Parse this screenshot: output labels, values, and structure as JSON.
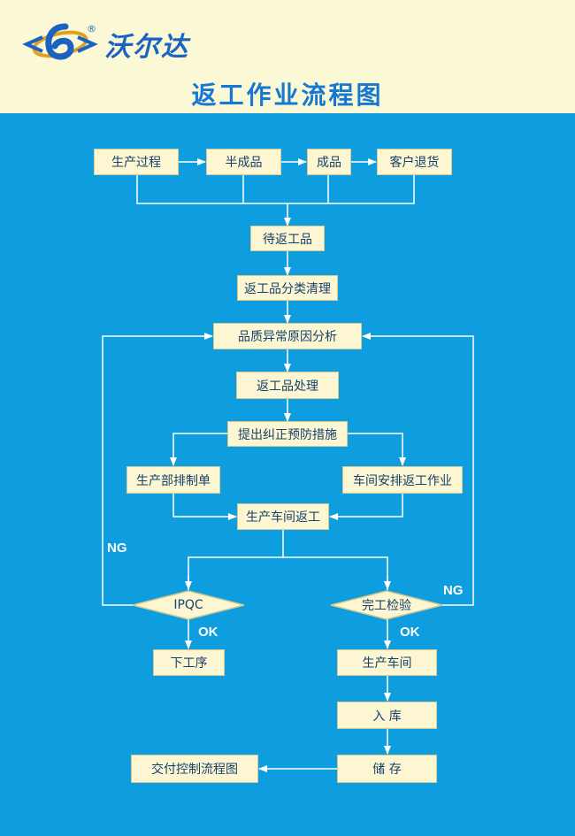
{
  "header": {
    "brand_name": "沃尔达",
    "title": "返工作业流程图",
    "logo_icon": "wode-logo-icon",
    "registered_mark": "®"
  },
  "colors": {
    "background": "#0e9ee0",
    "header_background": "#fbf8d6",
    "node_fill": "#fcf6d2",
    "node_border": "#d8c98c",
    "connector": "#ffffff",
    "title": "#1678d2",
    "brand": "#1a63c2"
  },
  "nodes": {
    "production_process": "生产过程",
    "semi_finished": "半成品",
    "finished_product": "成品",
    "customer_return": "客户退货",
    "pending_rework": "待返工品",
    "rework_sorting": "返工品分类清理",
    "quality_analysis": "品质异常原因分析",
    "rework_handling": "返工品处理",
    "corrective_actions": "提出纠正预防措施",
    "production_schedule": "生产部排制单",
    "workshop_arrangement": "车间安排返工作业",
    "workshop_rework": "生产车间返工",
    "ipqc": "IPQC",
    "final_inspection": "完工检验",
    "next_process": "下工序",
    "production_workshop": "生产车间",
    "warehousing": "入  库",
    "storage": "储  存",
    "delivery_control": "交付控制流程图"
  },
  "labels": {
    "ng_left": "NG",
    "ng_right": "NG",
    "ok_left": "OK",
    "ok_right": "OK"
  }
}
